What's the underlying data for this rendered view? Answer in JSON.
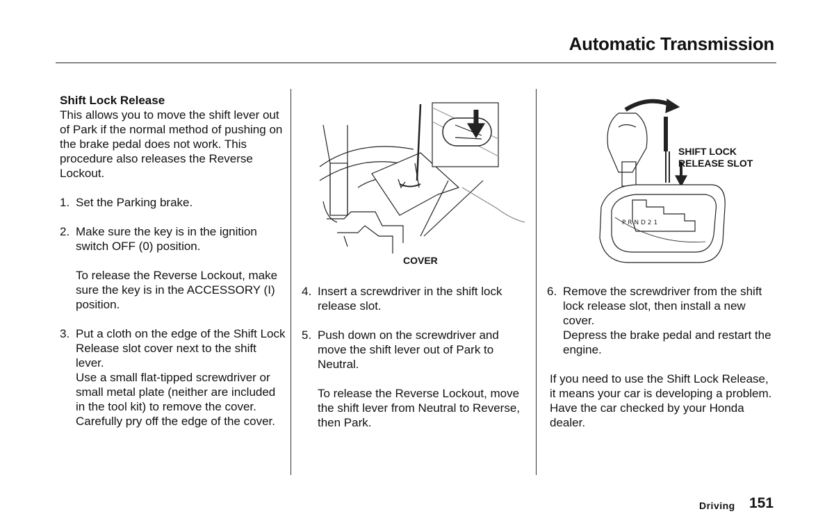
{
  "header": {
    "title": "Automatic Transmission"
  },
  "col1": {
    "heading": "Shift Lock Release",
    "intro": "This allows you to move the shift lever out of Park if the normal method of pushing on the brake pedal does not work. This procedure also releases the Reverse Lockout.",
    "step1_num": "1.",
    "step1": "Set the Parking brake.",
    "step2_num": "2.",
    "step2": "Make sure the key is in the ignition switch OFF (0) position.",
    "step2_note": "To release the Reverse Lockout, make sure the key is in the ACCESSORY (I) position.",
    "step3_num": "3.",
    "step3": "Put a cloth on the edge of the Shift Lock Release slot cover next to the shift lever.",
    "step3_note": "Use a small flat-tipped screwdriver or small metal plate (neither are included in the tool kit) to remove the cover. Carefully pry off the edge of the cover."
  },
  "col2": {
    "figure_label": "COVER",
    "step4_num": "4.",
    "step4": "Insert a screwdriver in the shift lock release slot.",
    "step5_num": "5.",
    "step5": "Push down on the screwdriver and move the shift lever out of Park to Neutral.",
    "step5_note": "To release the Reverse Lockout, move the shift lever from Neutral to Reverse, then Park."
  },
  "col3": {
    "figure_label_line1": "SHIFT LOCK",
    "figure_label_line2": "RELEASE SLOT",
    "step6_num": "6.",
    "step6": "Remove the screwdriver from the shift lock release slot, then install a new cover.",
    "step6_note": "Depress the brake pedal and restart the engine.",
    "warning": "If you need to use the Shift Lock Release, it means your car is developing a problem. Have the car checked by your Honda dealer."
  },
  "footer": {
    "section": "Driving",
    "page": "151"
  }
}
